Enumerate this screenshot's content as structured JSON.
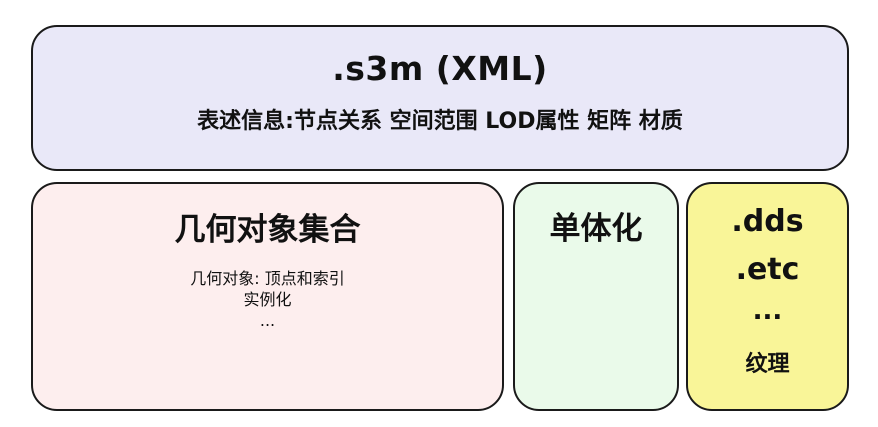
{
  "s3m_box": {
    "title": ".s3m (XML)",
    "subtitle": "表述信息:节点关系 空间范围 LOD属性 矩阵 材质"
  },
  "geometry_box": {
    "title": "几何对象集合",
    "items": [
      "几何对象: 顶点和索引",
      "实例化",
      "..."
    ]
  },
  "instance_box": {
    "title": "单体化"
  },
  "texture_box": {
    "formats": [
      ".dds",
      ".etc",
      "..."
    ],
    "label": "纹理"
  },
  "colors": {
    "s3m_fill": "#e9e8f8",
    "geometry_fill": "#fdeeee",
    "instance_fill": "#eafaea",
    "texture_fill": "#f9f598",
    "border": "#1a1a1a"
  }
}
